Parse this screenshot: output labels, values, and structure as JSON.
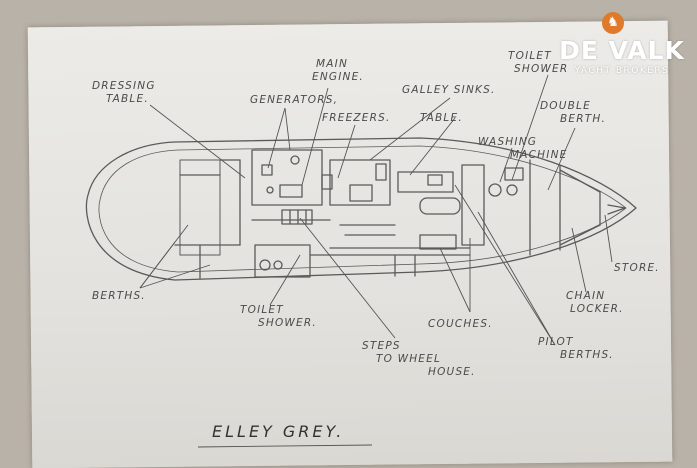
{
  "labels": {
    "dressing_table": [
      "DRESSING",
      "TABLE."
    ],
    "main_engine": [
      "MAIN",
      "ENGINE."
    ],
    "generators": [
      "GENERATORS,"
    ],
    "galley_sinks": [
      "GALLEY SINKS."
    ],
    "freezers": [
      "FREEZERS."
    ],
    "table": [
      "TABLE."
    ],
    "toilet_shower_top": [
      "TOILET",
      "SHOWER"
    ],
    "double_berth": [
      "DOUBLE",
      "BERTH."
    ],
    "washing_machine": [
      "WASHING",
      "MACHINE"
    ],
    "store": [
      "STORE."
    ],
    "chain_locker": [
      "CHAIN",
      "LOCKER."
    ],
    "pilot_berths": [
      "PILOT",
      "BERTHS."
    ],
    "couches": [
      "COUCHES."
    ],
    "steps": [
      "STEPS",
      "TO WHEEL",
      "HOUSE."
    ],
    "toilet_shower_bottom": [
      "TOILET",
      "SHOWER."
    ],
    "berths": [
      "BERTHS."
    ]
  },
  "caption": "ELLEY GREY.",
  "brand": {
    "logo_icon": "seahorse-icon",
    "logo_glyph": "♞",
    "name": "DE VALK",
    "tagline": "YACHT BROKERS"
  },
  "colors": {
    "paper": "#e6e5e1",
    "pencil": "#555555",
    "brand_accent": "#e07a2a"
  }
}
